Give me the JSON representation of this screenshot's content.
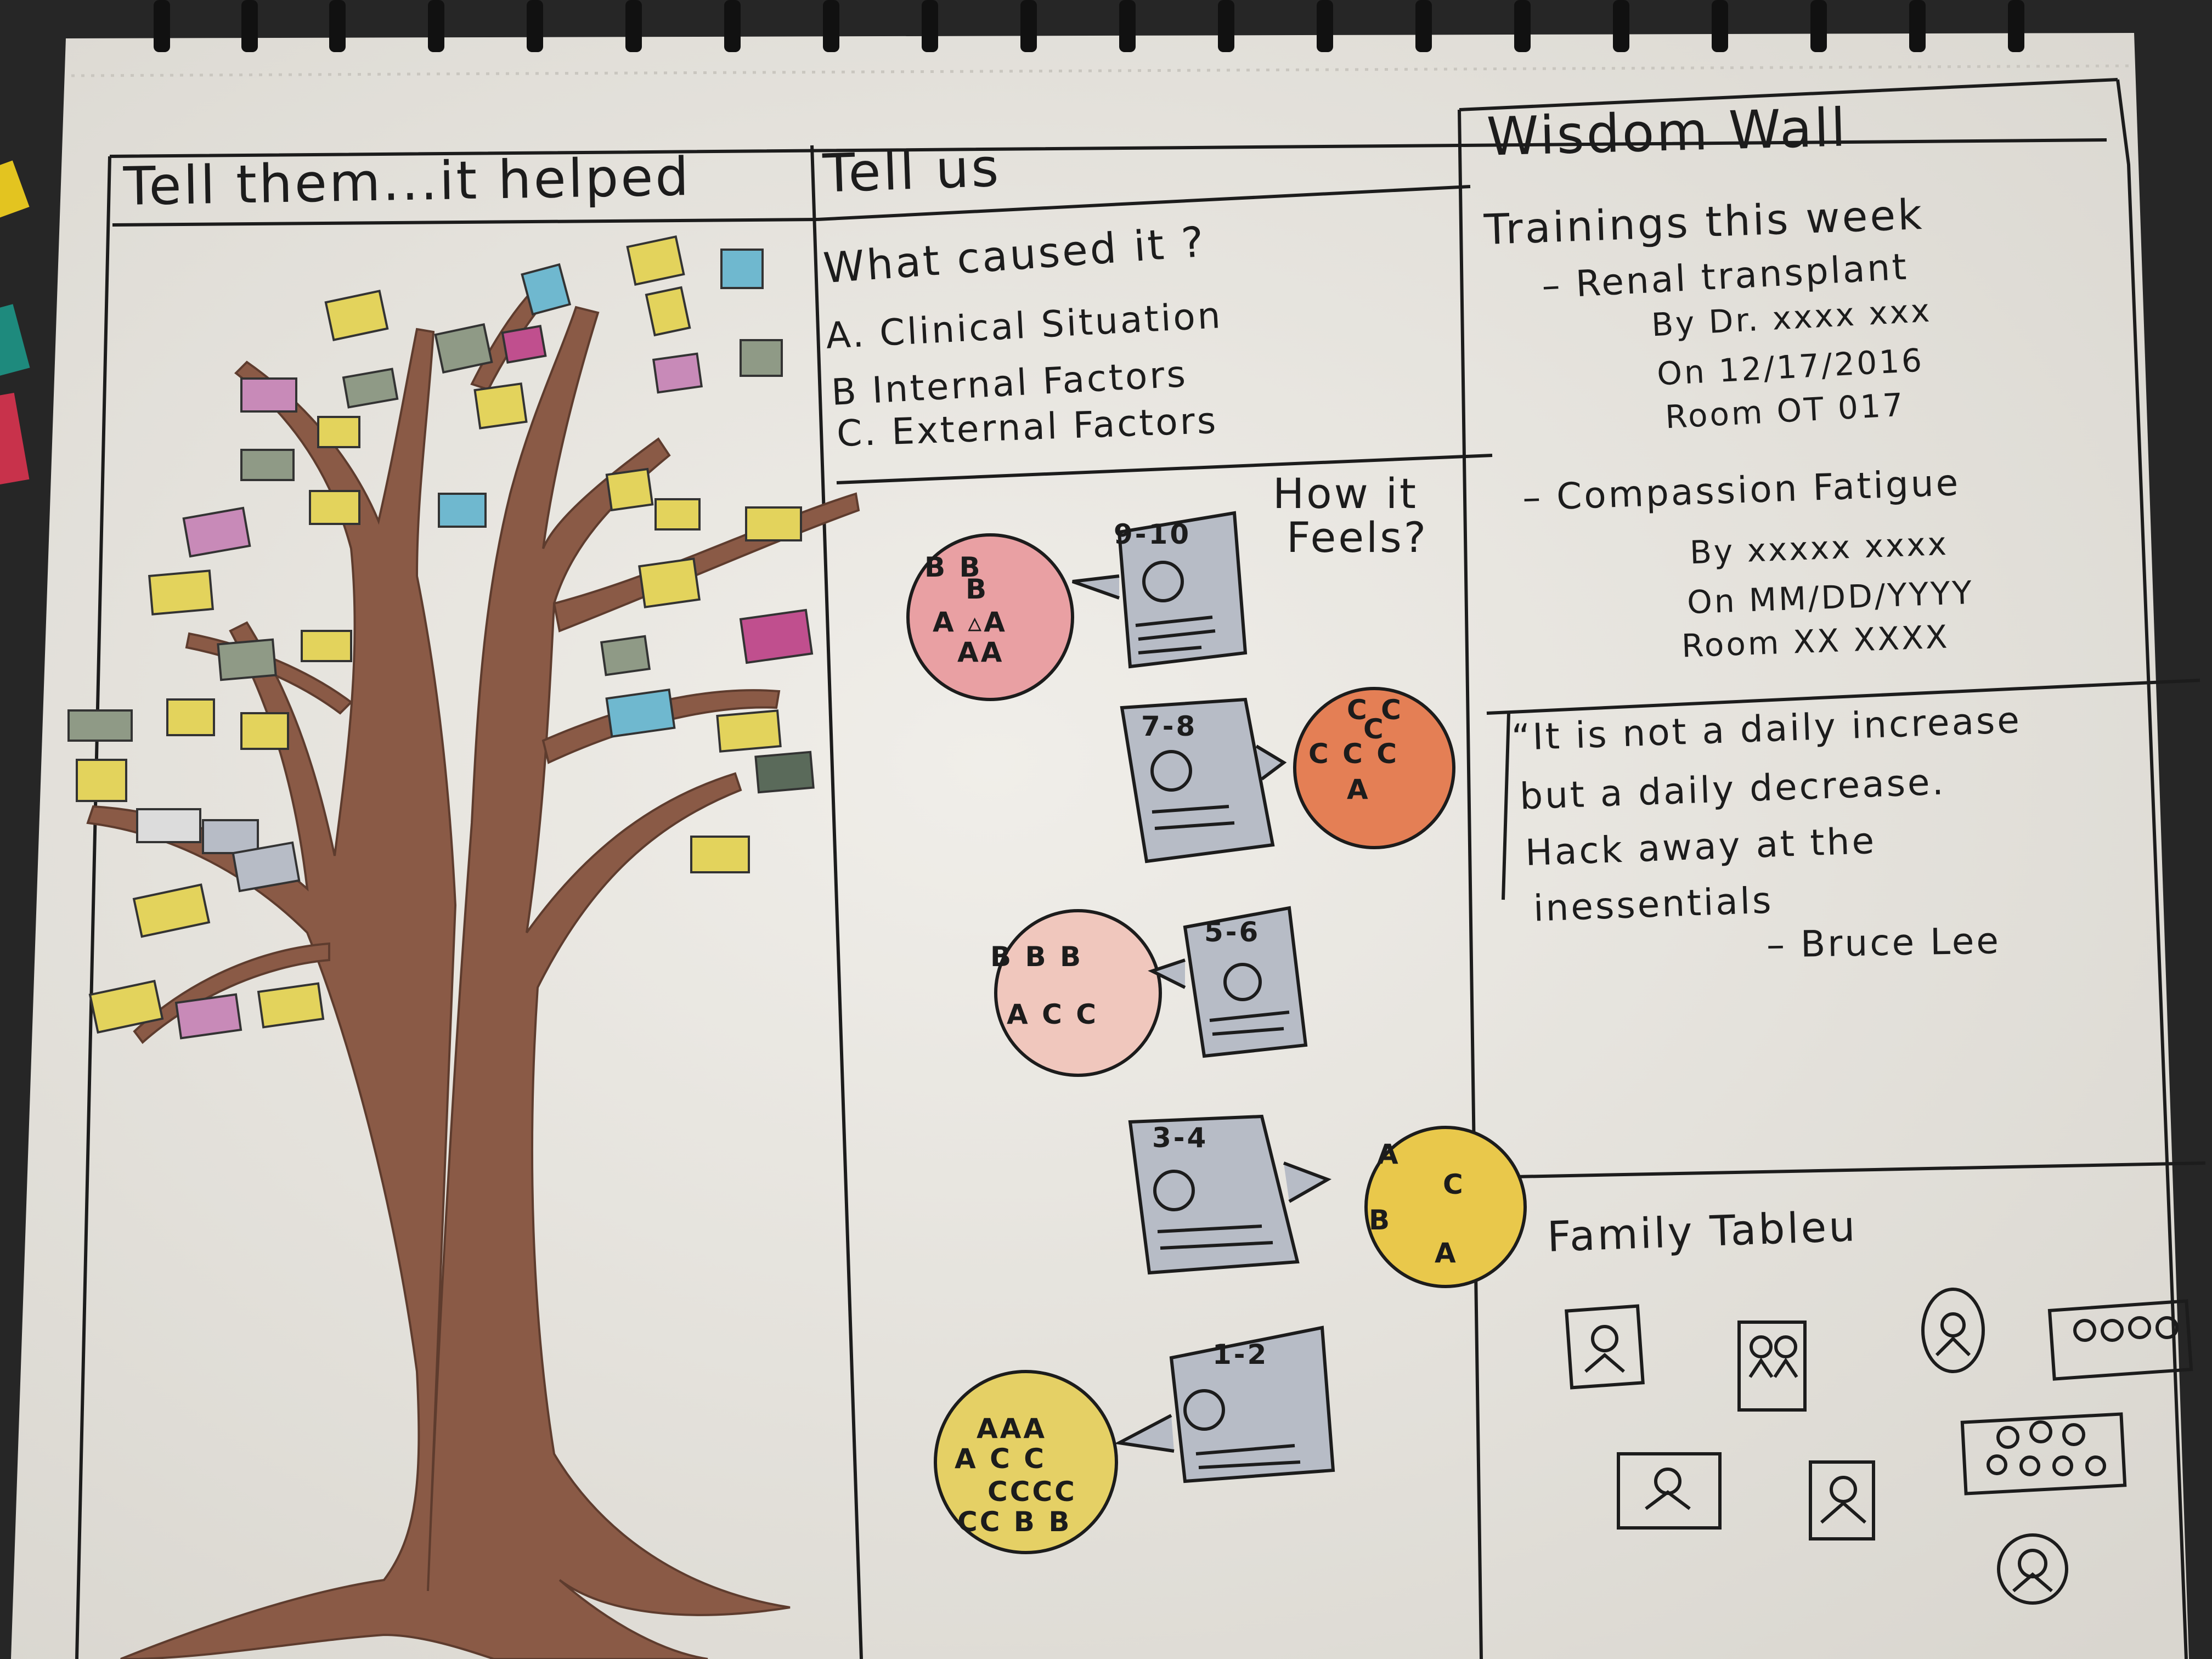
{
  "panels": {
    "left": {
      "title": "Tell them...it helped"
    },
    "middle": {
      "title": "Tell us",
      "question": "What caused it ?",
      "options": [
        "A. Clinical Situation",
        "B Internal Factors",
        "C. External Factors"
      ],
      "feels_label_1": "How it",
      "feels_label_2": "Feels?",
      "scale": [
        {
          "label": "9-10",
          "bubble": [
            "B B",
            "B",
            "A ▵A",
            "AA"
          ],
          "color": "#e9a0a3"
        },
        {
          "label": "7-8",
          "bubble": [
            "C C",
            "C",
            "C C C",
            "A"
          ],
          "color": "#e47f55"
        },
        {
          "label": "5-6",
          "bubble": [
            "B B  B",
            "A C C"
          ],
          "color": "#f0c7bd"
        },
        {
          "label": "3-4",
          "bubble": [
            "A",
            "C",
            "B",
            "A"
          ],
          "color": "#e9c84b"
        },
        {
          "label": "1-2",
          "bubble": [
            "AAA",
            "A  C C",
            "CCCC",
            "CC B B"
          ],
          "color": "#e5d065"
        }
      ]
    },
    "right": {
      "title": "Wisdom Wall",
      "trainings_title": "Trainings this week",
      "training_1": {
        "name": "– Renal transplant",
        "by": "By  Dr. xxxx xxx",
        "on": "On    12/17/2016",
        "room": "Room    OT 017"
      },
      "training_2": {
        "name": "– Compassion Fatigue",
        "by": "By   xxxxx   xxxx",
        "on": "On      MM/DD/YYYY",
        "room": "Room     XX  XXXX"
      },
      "quote_1": "“It is not a daily increase",
      "quote_2": "but a daily decrease.",
      "quote_3": "Hack away at the",
      "quote_4": "inessentials",
      "quote_author": "– Bruce Lee",
      "family_title": "Family Tableu"
    }
  },
  "colors": {
    "paper": "#eceae4",
    "ink": "#1c1c1c",
    "trunk": "#8a5a46",
    "sticky_yellow": "#e3d35c",
    "sticky_pink": "#c88ab8",
    "sticky_blue": "#6fb8cf",
    "sticky_gray": "#8f9a86",
    "card_gray": "#b7bcc6"
  },
  "icons": [
    "spiral-binding-icon",
    "tree-icon",
    "sticky-note-icon",
    "emoji-card-icon",
    "photo-frame-icon",
    "person-icon"
  ]
}
